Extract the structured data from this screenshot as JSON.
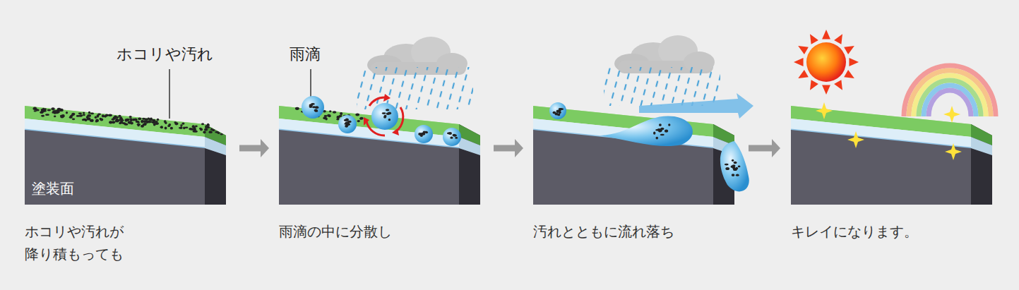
{
  "diagram": {
    "nodes": [
      {
        "text": [
          "ホコリや汚れが 降り積もっても"
        ]
      },
      {
        "text": [
          "雨滴の中に分散し"
        ]
      },
      {
        "text": [
          "汚れとともに流れ落ち"
        ]
      },
      {
        "text": [
          "キレイになります。"
        ]
      }
    ],
    "edges": [
      {
        "from": 0,
        "to": 1,
        "arrow": "to"
      },
      {
        "from": 1,
        "to": 2,
        "arrow": "to"
      },
      {
        "from": 2,
        "to": 3,
        "arrow": "to"
      }
    ],
    "labels": [
      "ホコリや汚れ",
      "雨滴",
      "塗装面"
    ]
  }
}
